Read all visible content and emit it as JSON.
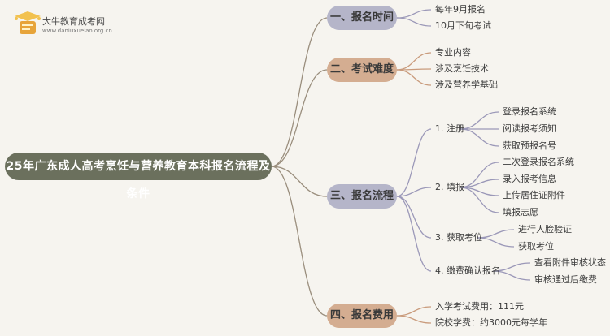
{
  "brand": {
    "name": "大牛教育成考网",
    "url": "www.daniuxueiao.org.cn",
    "accent": "#e7a43a"
  },
  "colors": {
    "root": "#6b705d",
    "purple": "#b5b5c9",
    "brown": "#d4ad91",
    "line_purple": "#9b98b8",
    "line_brown": "#c99b7c",
    "line_root": "#9a8e7d"
  },
  "root": {
    "label": "25年广东成人高考烹饪与营养教育本科报名流程及条件"
  },
  "branches": [
    {
      "label": "一、报名时间",
      "color": "purple",
      "items": [
        {
          "label": "每年9月报名"
        },
        {
          "label": "10月下旬考试"
        }
      ]
    },
    {
      "label": "二、考试难度",
      "color": "brown",
      "items": [
        {
          "label": "专业内容"
        },
        {
          "label": "涉及烹饪技术"
        },
        {
          "label": "涉及营养学基础"
        }
      ]
    },
    {
      "label": "三、报名流程",
      "color": "purple",
      "items": [
        {
          "label": "1. 注册",
          "children": [
            {
              "label": "登录报名系统"
            },
            {
              "label": "阅读报考须知"
            },
            {
              "label": "获取预报名号"
            }
          ]
        },
        {
          "label": "2. 填报",
          "children": [
            {
              "label": "二次登录报名系统"
            },
            {
              "label": "录入报考信息"
            },
            {
              "label": "上传居住证附件"
            },
            {
              "label": "填报志愿"
            }
          ]
        },
        {
          "label": "3. 获取考位",
          "children": [
            {
              "label": "进行人脸验证"
            },
            {
              "label": "获取考位"
            }
          ]
        },
        {
          "label": "4. 缴费确认报名",
          "children": [
            {
              "label": "查看附件审核状态"
            },
            {
              "label": "审核通过后缴费"
            }
          ]
        }
      ]
    },
    {
      "label": "四、报名费用",
      "color": "brown",
      "items": [
        {
          "label": "入学考试费用：111元"
        },
        {
          "label": "院校学费：约3000元每学年"
        }
      ]
    }
  ]
}
